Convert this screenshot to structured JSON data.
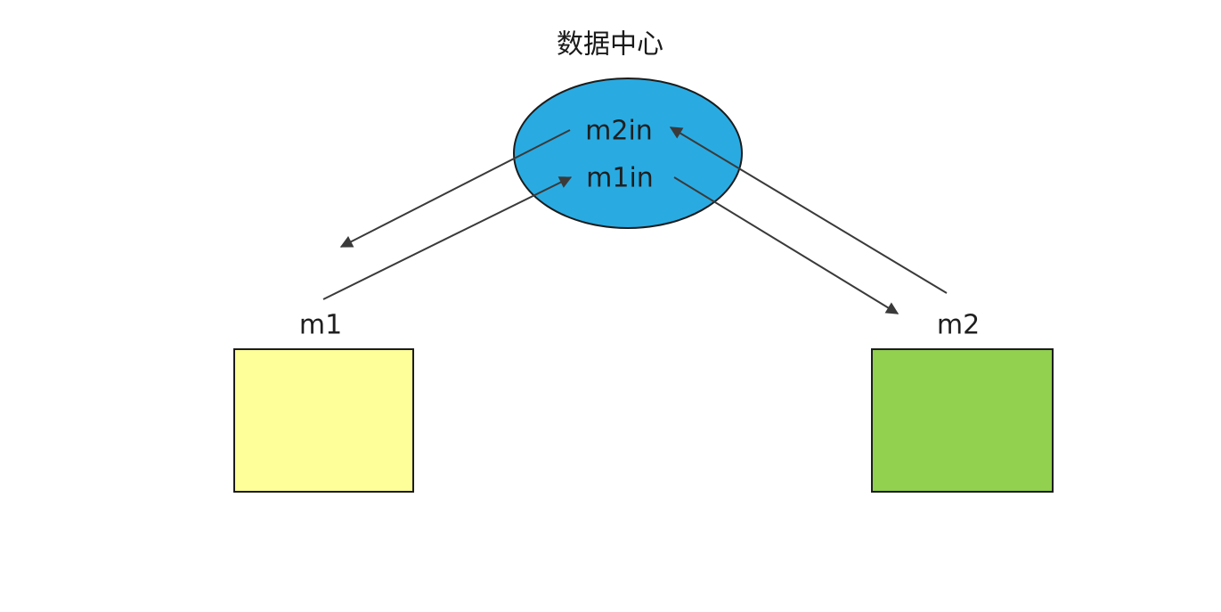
{
  "diagram": {
    "title": "数据中心",
    "data_center": {
      "label": "数据中心",
      "shape": "ellipse",
      "slots": [
        {
          "label": "m2in"
        },
        {
          "label": "m1in"
        }
      ]
    },
    "nodes": [
      {
        "id": "m1",
        "label": "m1",
        "shape": "rectangle",
        "fill": "#FFFF99"
      },
      {
        "id": "m2",
        "label": "m2",
        "shape": "rectangle",
        "fill": "#92D050"
      }
    ],
    "edges": [
      {
        "from": "m2in",
        "to": "m1",
        "style": "arrow"
      },
      {
        "from": "m1",
        "to": "m1in",
        "style": "arrow"
      },
      {
        "from": "m1in",
        "to": "m2",
        "style": "arrow"
      },
      {
        "from": "m2",
        "to": "m2in",
        "style": "arrow"
      }
    ],
    "colors": {
      "data_center_fill": "#29ABE2",
      "m1_fill": "#FFFF99",
      "m2_fill": "#92D050",
      "outline": "#1C1C1C",
      "arrow": "#3A3A3A",
      "text": "#1F1F1F",
      "background": "#FFFFFF"
    }
  }
}
